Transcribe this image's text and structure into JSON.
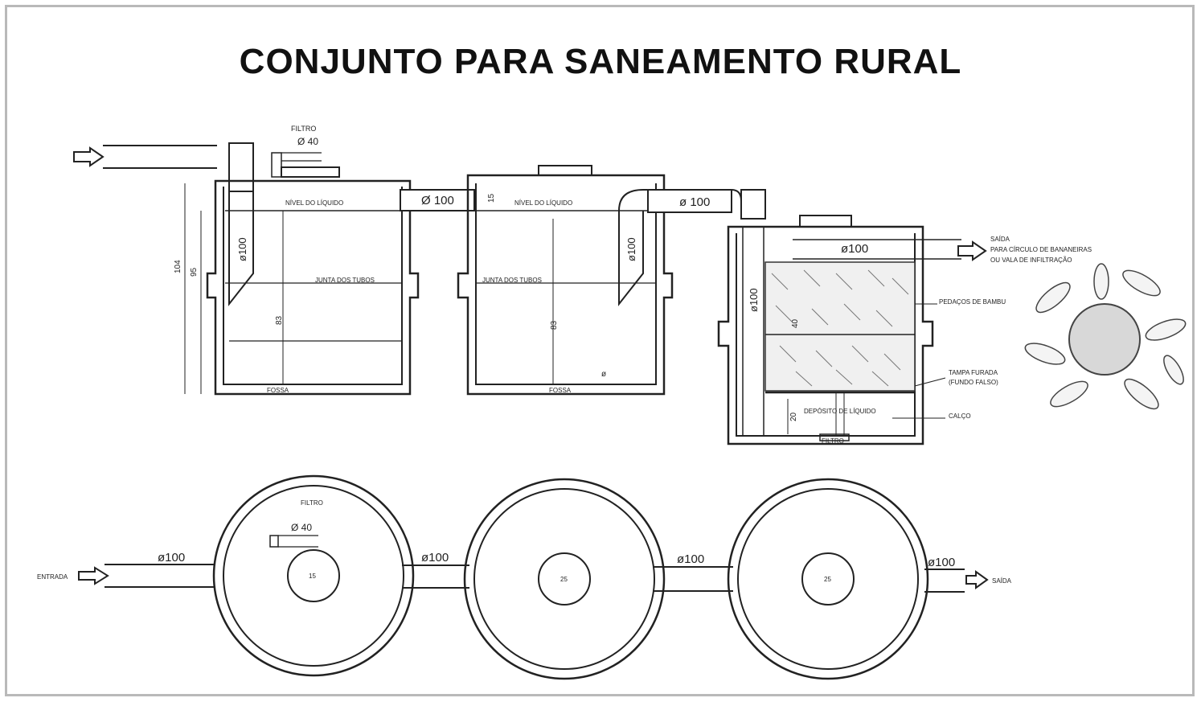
{
  "title": "CONJUNTO PARA SANEAMENTO RURAL",
  "section": {
    "filtro_label": "FILTRO",
    "d40": "Ø 40",
    "nivel_liquido_1": "NÍVEL DO LÍQUIDO",
    "nivel_liquido_2": "NÍVEL DO LÍQUIDO",
    "juntas_1": "JUNTA DOS TUBOS",
    "juntas_2": "JUNTA DOS TUBOS",
    "d100_a": "Ø 100",
    "d100_b": "ø 100",
    "d100_c": "ø100",
    "d100_v1": "ø100",
    "d100_v2": "ø100",
    "d100_v3": "ø100",
    "dim_15": "15",
    "dim_104": "104",
    "dim_95": "95",
    "dim_83_1": "83",
    "dim_83_2": "83",
    "dim_40": "40",
    "dim_20": "20",
    "dim_m": "ø",
    "fossa_1": "FOSSA",
    "fossa_2": "FOSSA",
    "filtro_bottom": "FILTRO",
    "saida_1": "SAÍDA",
    "saida_2": "PARA CÍRCULO DE BANANEIRAS",
    "saida_3": "OU VALA DE INFILTRAÇÃO",
    "pedacos": "PEDAÇOS DE BAMBU",
    "tampa_1": "TAMPA FURADA",
    "tampa_2": "(FUNDO FALSO)",
    "deposito": "DEPÓSITO DE LÍQUIDO",
    "calco": "CALÇO"
  },
  "plan": {
    "filtro_label": "FILTRO",
    "d40": "Ø 40",
    "entrada": "ENTRADA",
    "saida": "SAÍDA",
    "d100_1": "ø100",
    "d100_2": "ø100",
    "d100_3": "ø100",
    "d100_4": "ø100",
    "c1": "15",
    "c2": "25",
    "c3": "25"
  }
}
